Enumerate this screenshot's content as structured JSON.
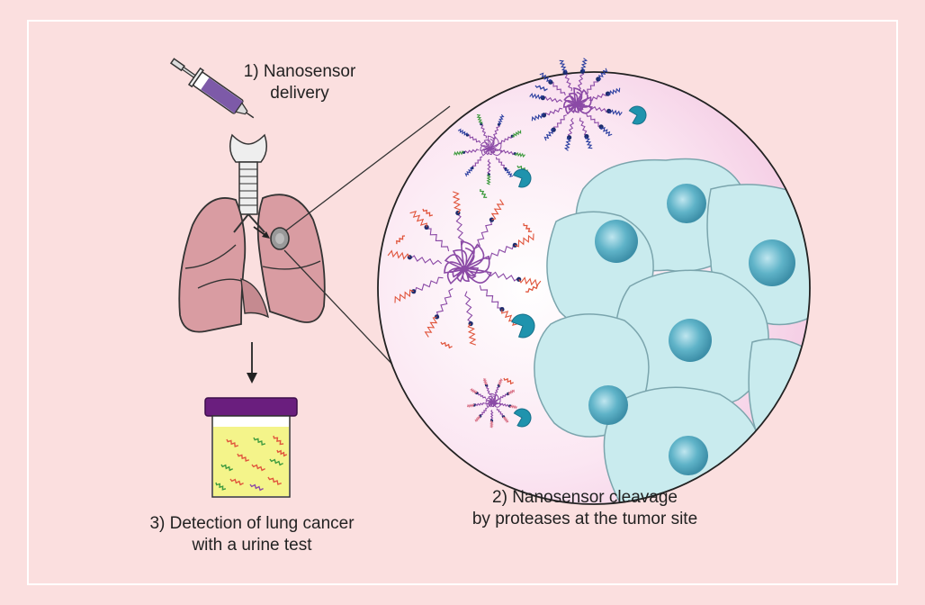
{
  "steps": {
    "delivery": {
      "line1": "1) Nanosensor",
      "line2": "delivery"
    },
    "cleavage": {
      "line1": "2) Nanosensor cleavage",
      "line2": "by proteases at the tumor site"
    },
    "detection": {
      "line1": "3) Detection of lung cancer",
      "line2": "with a urine test"
    }
  },
  "colors": {
    "background": "#fbdfdf",
    "frame": "#ffffff",
    "lung": "#d99ca2",
    "cell": "#c9ebee",
    "nucleus": "#4fa7bd",
    "protease": "#1f93ad",
    "polymer": "#8b4aa6",
    "peptide_red": "#e0553c",
    "peptide_green": "#3f9b3f",
    "urine": "#f4f48a",
    "cap": "#6a1e7e"
  },
  "icons": [
    "syringe-icon",
    "lungs-icon",
    "tumor-icon",
    "nanosensor-icon",
    "protease-icon",
    "tumor-cell-icon",
    "urine-cup-icon",
    "arrow-down-icon"
  ]
}
